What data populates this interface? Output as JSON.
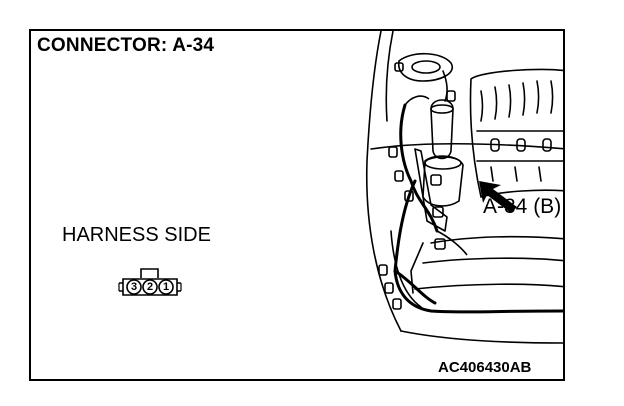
{
  "title": "CONNECTOR: A-34",
  "harness_label": "HARNESS SIDE",
  "connector": {
    "pins": [
      "3",
      "2",
      "1"
    ]
  },
  "callout": "A-34 (B)",
  "figure_code": "AC406430AB",
  "colors": {
    "line": "#000000",
    "background": "#ffffff"
  }
}
